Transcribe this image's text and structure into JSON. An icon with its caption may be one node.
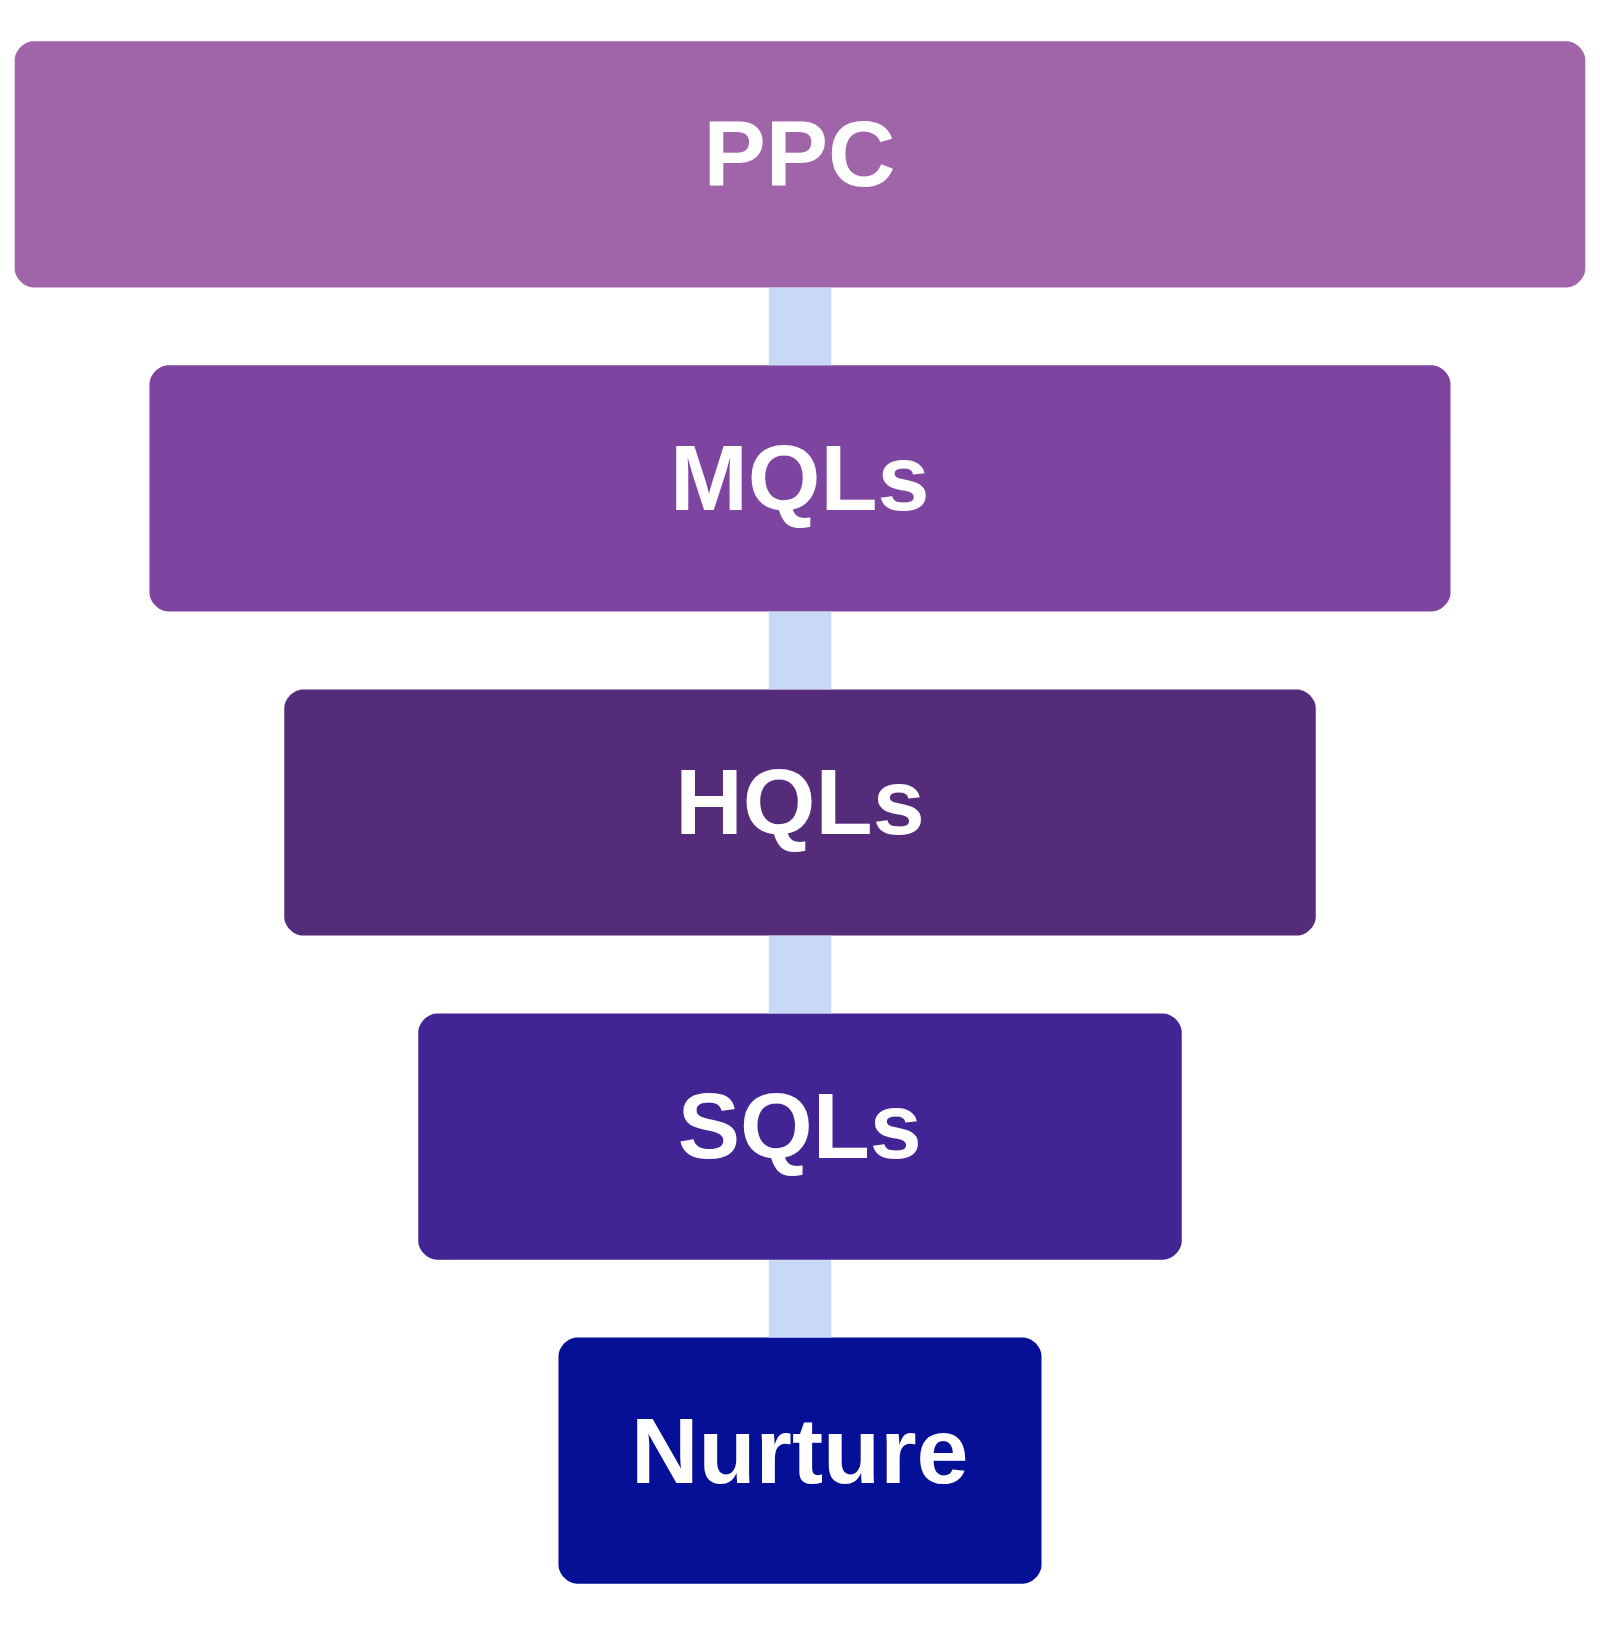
{
  "diagram": {
    "nodes": [
      {
        "text": [
          "PPC"
        ]
      },
      {
        "text": [
          "MQLs"
        ]
      },
      {
        "text": [
          "HQLs"
        ]
      },
      {
        "text": [
          "SQLs"
        ]
      },
      {
        "text": [
          "Nurture"
        ]
      }
    ],
    "edges": [
      {
        "from": 0,
        "to": 1,
        "arrow": "none"
      },
      {
        "from": 1,
        "to": 2,
        "arrow": "none"
      },
      {
        "from": 2,
        "to": 3,
        "arrow": "none"
      },
      {
        "from": 3,
        "to": 4,
        "arrow": "none"
      }
    ]
  }
}
